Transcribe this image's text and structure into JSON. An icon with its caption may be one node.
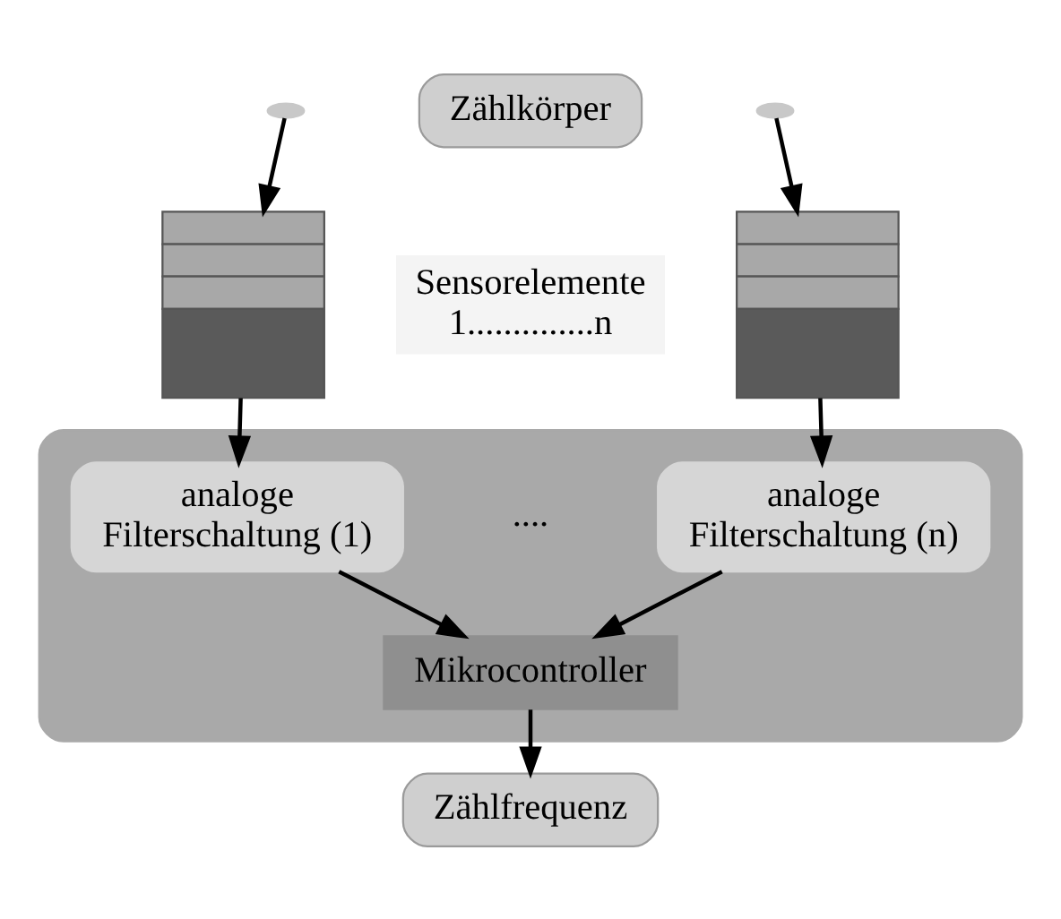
{
  "diagram": {
    "nodes": [
      {
        "text": [
          "Zählkörper"
        ]
      },
      {
        "text": [],
        "shape": "ellipse"
      },
      {
        "text": [],
        "shape": "ellipse"
      },
      {
        "text": [],
        "shape": "box"
      },
      {
        "text": [],
        "shape": "box"
      },
      {
        "text": [],
        "shape": "box"
      },
      {
        "text": [
          "analoge Filterschaltung (1)"
        ],
        "in": 5
      },
      {
        "text": [
          "analoge Filterschaltung (n)"
        ],
        "in": 5
      },
      {
        "text": [
          "Mikrocontroller"
        ],
        "in": 5
      },
      {
        "text": [
          "Zählfrequenz"
        ]
      }
    ],
    "edges": [
      {
        "from": 1,
        "to": 3,
        "arrow": "to"
      },
      {
        "from": 2,
        "to": 4,
        "arrow": "to"
      },
      {
        "from": 3,
        "to": 6,
        "arrow": "to"
      },
      {
        "from": 4,
        "to": 7,
        "arrow": "to"
      },
      {
        "from": 6,
        "to": 8,
        "arrow": "to"
      },
      {
        "from": 7,
        "to": 8,
        "arrow": "to"
      },
      {
        "from": 8,
        "to": 9,
        "arrow": "to"
      }
    ],
    "labels": [
      "Sensorelemente 1..............n",
      "...."
    ]
  }
}
